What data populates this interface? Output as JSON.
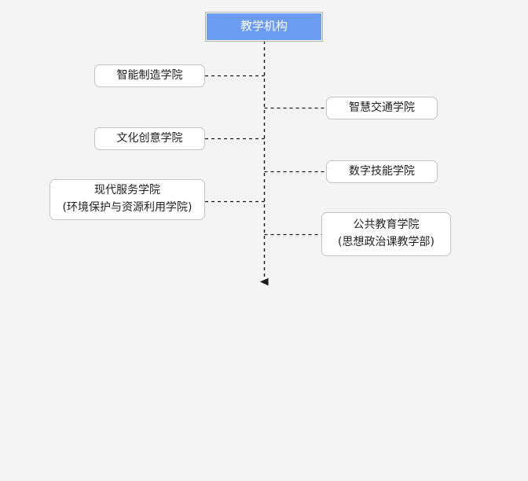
{
  "diagram": {
    "type": "organization-chart",
    "background_color": "#f4f4f4",
    "root": {
      "label": "教学机构",
      "fill_color": "#6b9bf2",
      "text_color": "#ffffff"
    },
    "connector": {
      "style": "dashed",
      "color": "#1a1a1a",
      "arrow": "down"
    },
    "nodes": [
      {
        "side": "left",
        "line1": "智能制造学院",
        "line2": ""
      },
      {
        "side": "right",
        "line1": "智慧交通学院",
        "line2": ""
      },
      {
        "side": "left",
        "line1": "文化创意学院",
        "line2": ""
      },
      {
        "side": "right",
        "line1": "数字技能学院",
        "line2": ""
      },
      {
        "side": "left",
        "line1": "现代服务学院",
        "line2": "(环境保护与资源利用学院)"
      },
      {
        "side": "right",
        "line1": "公共教育学院",
        "line2": "(思想政治课教学部)"
      }
    ]
  }
}
